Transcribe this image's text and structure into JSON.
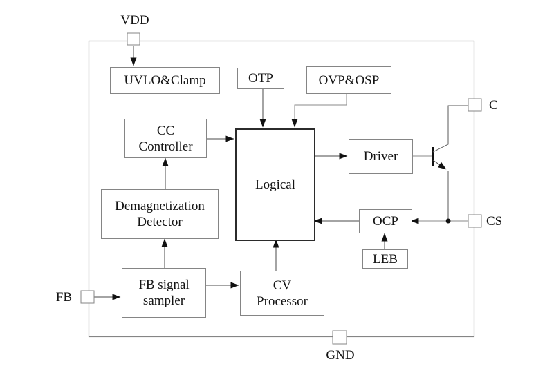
{
  "diagram": {
    "type": "ic-functional-block-diagram",
    "blocks": {
      "uvlo": {
        "label": "UVLO&Clamp"
      },
      "otp": {
        "label": "OTP"
      },
      "ovp": {
        "label": "OVP&OSP"
      },
      "cc": {
        "label": "CC\nController"
      },
      "logical": {
        "label": "Logical"
      },
      "driver": {
        "label": "Driver"
      },
      "demag": {
        "label": "Demagnetization\nDetector"
      },
      "ocp": {
        "label": "OCP"
      },
      "leb": {
        "label": "LEB"
      },
      "fb_sampler": {
        "label": "FB signal\nsampler"
      },
      "cv": {
        "label": "CV\nProcessor"
      }
    },
    "pins": {
      "vdd": {
        "label": "VDD"
      },
      "c": {
        "label": "C"
      },
      "cs": {
        "label": "CS"
      },
      "fb": {
        "label": "FB"
      },
      "gnd": {
        "label": "GND"
      }
    },
    "colors": {
      "background": "#ffffff",
      "border_gray": "#858585",
      "line_dark": "#4a4a4a",
      "arrow_black": "#111111"
    }
  }
}
